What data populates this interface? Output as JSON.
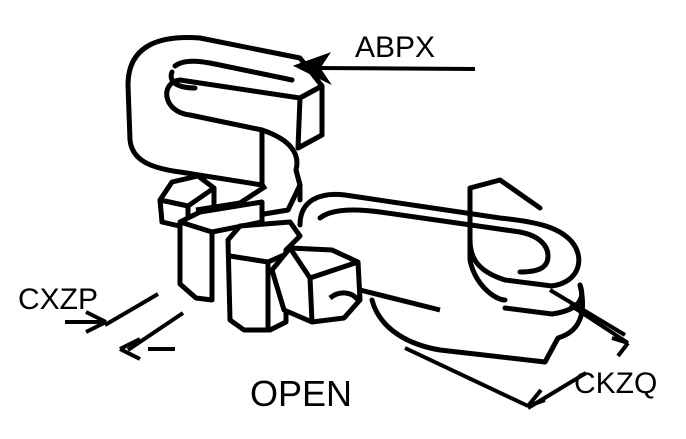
{
  "labels": {
    "top_callout": "ABPX",
    "gap_dimension": "CXZP",
    "length_dimension": "CKZQ",
    "state": "OPEN"
  },
  "colors": {
    "ink": "#000000",
    "paper": "#ffffff"
  }
}
